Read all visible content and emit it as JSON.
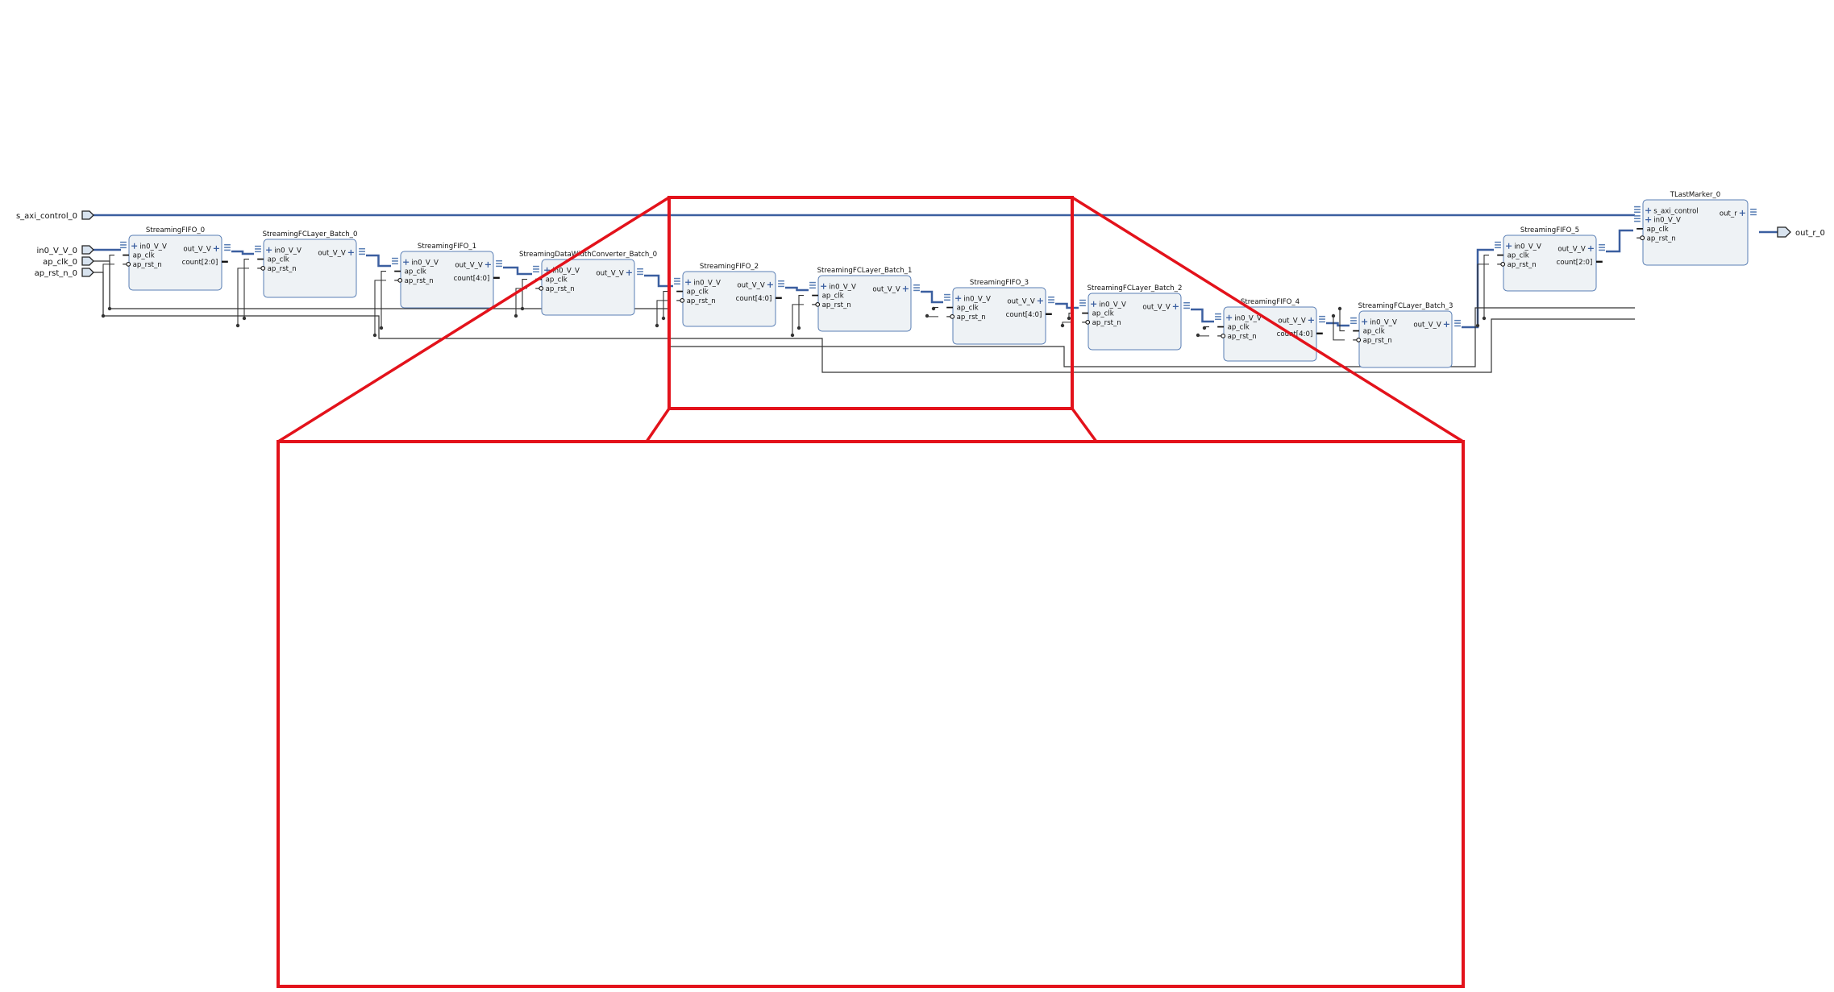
{
  "colors": {
    "bus": "#3b5fa0",
    "block_fill": "#eef2f5",
    "block_stroke": "#5a7fb5",
    "wire": "#333333",
    "highlight": "#e3121b",
    "port_fill": "#d8e3ef"
  },
  "external_ports": {
    "s_axi_control": "s_axi_control_0",
    "in0": "in0_V_V_0",
    "clk": "ap_clk_0",
    "rst": "ap_rst_n_0",
    "out": "out_r_0"
  },
  "blocks": [
    {
      "title": "StreamingFIFO_0",
      "left_ports": [
        "in0_V_V",
        "ap_clk",
        "ap_rst_n"
      ],
      "right_ports": [
        "out_V_V",
        "count[2:0]"
      ]
    },
    {
      "title": "StreamingFCLayer_Batch_0",
      "left_ports": [
        "in0_V_V",
        "ap_clk",
        "ap_rst_n"
      ],
      "right_ports": [
        "out_V_V"
      ]
    },
    {
      "title": "StreamingFIFO_1",
      "left_ports": [
        "in0_V_V",
        "ap_clk",
        "ap_rst_n"
      ],
      "right_ports": [
        "out_V_V",
        "count[4:0]"
      ]
    },
    {
      "title": "StreamingDataWidthConverter_Batch_0",
      "left_ports": [
        "in0_V_V",
        "ap_clk",
        "ap_rst_n"
      ],
      "right_ports": [
        "out_V_V"
      ]
    },
    {
      "title": "StreamingFIFO_2",
      "left_ports": [
        "in0_V_V",
        "ap_clk",
        "ap_rst_n"
      ],
      "right_ports": [
        "out_V_V",
        "count[4:0]"
      ]
    },
    {
      "title": "StreamingFCLayer_Batch_1",
      "left_ports": [
        "in0_V_V",
        "ap_clk",
        "ap_rst_n"
      ],
      "right_ports": [
        "out_V_V"
      ]
    },
    {
      "title": "StreamingFIFO_3",
      "left_ports": [
        "in0_V_V",
        "ap_clk",
        "ap_rst_n"
      ],
      "right_ports": [
        "out_V_V",
        "count[4:0]"
      ]
    },
    {
      "title": "StreamingFCLayer_Batch_2",
      "left_ports": [
        "in0_V_V",
        "ap_clk",
        "ap_rst_n"
      ],
      "right_ports": [
        "out_V_V"
      ]
    },
    {
      "title": "StreamingFIFO_4",
      "left_ports": [
        "in0_V_V",
        "ap_clk",
        "ap_rst_n"
      ],
      "right_ports": [
        "out_V_V",
        "count[4:0]"
      ]
    },
    {
      "title": "StreamingFCLayer_Batch_3",
      "left_ports": [
        "in0_V_V",
        "ap_clk",
        "ap_rst_n"
      ],
      "right_ports": [
        "out_V_V"
      ]
    },
    {
      "title": "StreamingFIFO_5",
      "left_ports": [
        "in0_V_V",
        "ap_clk",
        "ap_rst_n"
      ],
      "right_ports": [
        "out_V_V",
        "count[2:0]"
      ]
    },
    {
      "title": "TLastMarker_0",
      "left_ports": [
        "s_axi_control",
        "in0_V_V",
        "ap_clk",
        "ap_rst_n"
      ],
      "right_ports": [
        "out_r"
      ]
    }
  ],
  "zoom_blocks": [
    {
      "title": "StreamingFIFO_2",
      "left_ports": [
        "in0_V_V",
        "ap_clk",
        "ap_rst_n"
      ],
      "right_ports": [
        "out_V_V",
        "count[4:0]"
      ]
    },
    {
      "title": "StreamingFCLayer_Batch_1",
      "left_ports": [
        "in0_V_V",
        "ap_clk",
        "ap_rst_n"
      ],
      "right_ports": [
        "out_V_V"
      ]
    },
    {
      "title": "StreamingFIFO_3",
      "left_ports": [
        "in0_V_V",
        "ap_clk",
        "ap_rst_n"
      ],
      "right_ports": [
        "out_V_V",
        "count[4:0]"
      ]
    }
  ]
}
